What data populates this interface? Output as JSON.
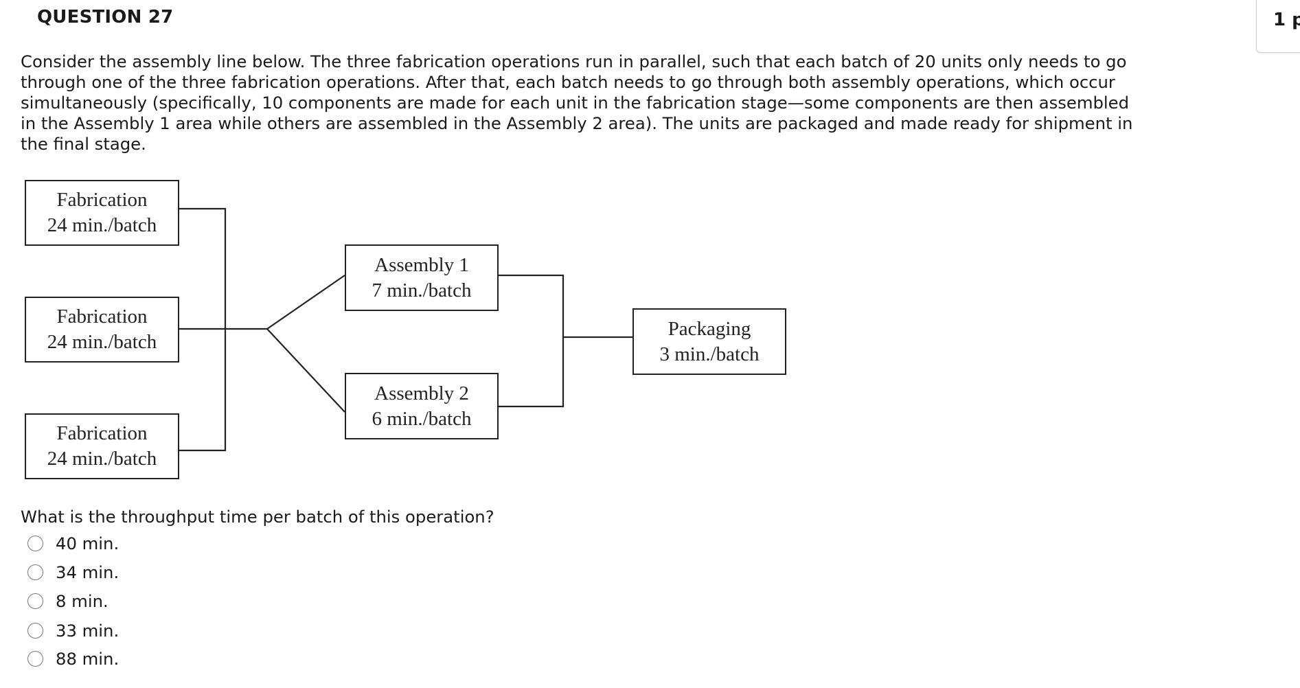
{
  "question": {
    "title": "QUESTION 27",
    "points": "1 p",
    "text": "Consider the assembly line below. The three fabrication operations run in parallel, such that each batch of 20 units only needs to go through one of the three fabrication operations. After that, each batch needs to go through both assembly operations, which occur simultaneously (specifically, 10 components are made for each unit in the fabrication stage—some components are then assembled in the Assembly 1 area while others are assembled in the Assembly 2 area). The units are packaged and made ready for shipment in the final stage.",
    "prompt": "What is the throughput time per batch of this operation?"
  },
  "diagram": {
    "fabrication": [
      {
        "name": "Fabrication",
        "time": "24 min./batch"
      },
      {
        "name": "Fabrication",
        "time": "24 min./batch"
      },
      {
        "name": "Fabrication",
        "time": "24 min./batch"
      }
    ],
    "assembly1": {
      "name": "Assembly 1",
      "time": "7 min./batch"
    },
    "assembly2": {
      "name": "Assembly 2",
      "time": "6 min./batch"
    },
    "packaging": {
      "name": "Packaging",
      "time": "3 min./batch"
    }
  },
  "options": [
    {
      "label": "40 min.",
      "selected": false
    },
    {
      "label": "34 min.",
      "selected": false
    },
    {
      "label": "8 min.",
      "selected": false
    },
    {
      "label": "33 min.",
      "selected": false
    },
    {
      "label": "88 min.",
      "selected": false
    }
  ]
}
